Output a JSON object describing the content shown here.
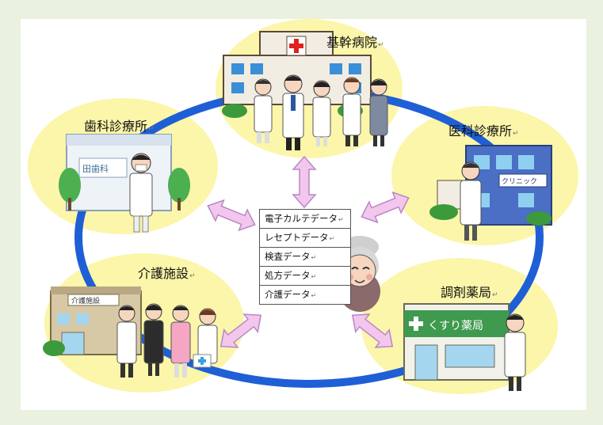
{
  "facilities": {
    "hospital": {
      "label": "基幹病院"
    },
    "dental": {
      "label": "歯科診療所"
    },
    "clinic": {
      "label": "医科診療所",
      "sign": "クリニック"
    },
    "care": {
      "label": "介護施設",
      "sign": "介護施設"
    },
    "pharmacy": {
      "label": "調剤薬局",
      "sign": "くすり薬局"
    }
  },
  "return_mark": "↵",
  "records": [
    {
      "label": "電子カルテデータ"
    },
    {
      "label": "レセプトデータ"
    },
    {
      "label": "検査データ"
    },
    {
      "label": "処方データ"
    },
    {
      "label": "介護データ"
    }
  ],
  "colors": {
    "background": "#eaf1de",
    "ring": "#1f5fd6",
    "blob": "#fbf6a9",
    "arrow": "#f3c6ee",
    "arrow_stroke": "#b887c4"
  }
}
